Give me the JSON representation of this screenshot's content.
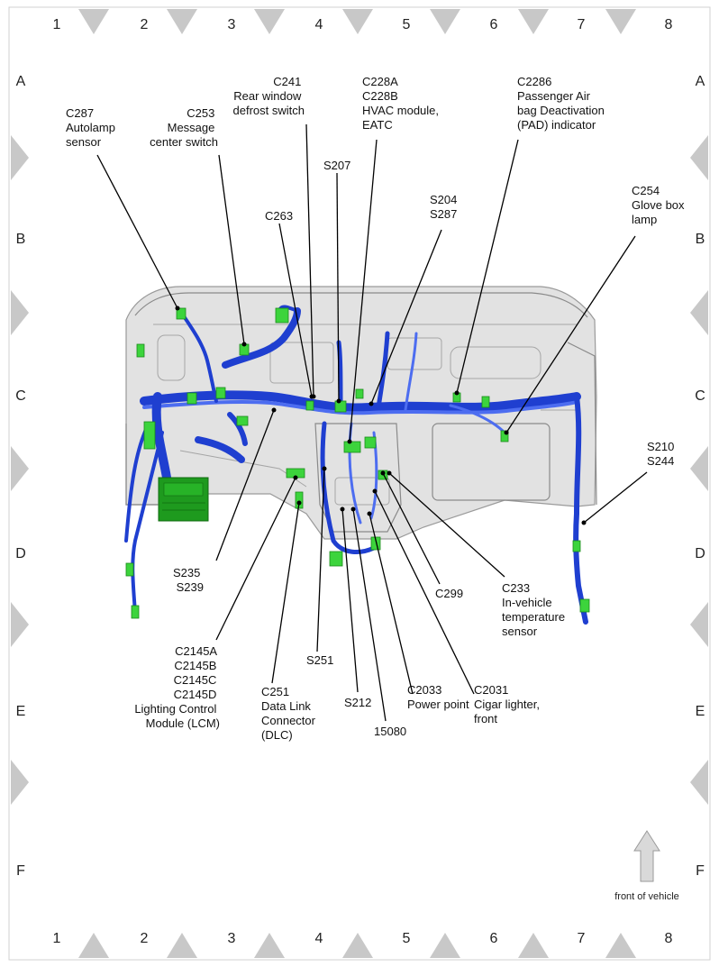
{
  "grid": {
    "columns": [
      "1",
      "2",
      "3",
      "4",
      "5",
      "6",
      "7",
      "8"
    ],
    "rows": [
      "A",
      "B",
      "C",
      "D",
      "E",
      "F"
    ]
  },
  "callouts": {
    "c287": [
      "C287",
      "Autolamp",
      "sensor"
    ],
    "c253": [
      "C253",
      "Message",
      "center switch"
    ],
    "c241": [
      "C241",
      "Rear window",
      "defrost switch"
    ],
    "c228": [
      "C228A",
      "C228B",
      "HVAC module,",
      "EATC"
    ],
    "c2286": [
      "C2286",
      "Passenger Air",
      "bag Deactivation",
      "(PAD) indicator"
    ],
    "s207": [
      "S207"
    ],
    "c263": [
      "C263"
    ],
    "s204": [
      "S204",
      "S287"
    ],
    "c254": [
      "C254",
      "Glove box",
      "lamp"
    ],
    "s210": [
      "S210",
      "S244"
    ],
    "s235": [
      "S235",
      "S239"
    ],
    "c2145": [
      "C2145A",
      "C2145B",
      "C2145C",
      "C2145D",
      "Lighting Control",
      "Module (LCM)"
    ],
    "c251": [
      "C251",
      "Data Link",
      "Connector",
      "(DLC)"
    ],
    "s251": [
      "S251"
    ],
    "s212": [
      "S212"
    ],
    "p15080": [
      "15080"
    ],
    "c2033": [
      "C2033",
      "Power point"
    ],
    "c2031": [
      "C2031",
      "Cigar lighter,",
      "front"
    ],
    "c299": [
      "C299"
    ],
    "c233": [
      "C233",
      "In-vehicle",
      "temperature",
      "sensor"
    ]
  },
  "front_of_vehicle": "front of vehicle",
  "colors": {
    "wire": "#1f3fd0",
    "wire_light": "#4d6df0",
    "connector": "#3cd43c",
    "module": "#1e9a1e",
    "dashboard": "#e2e2e2",
    "border_triangle": "#c8c8c8"
  }
}
